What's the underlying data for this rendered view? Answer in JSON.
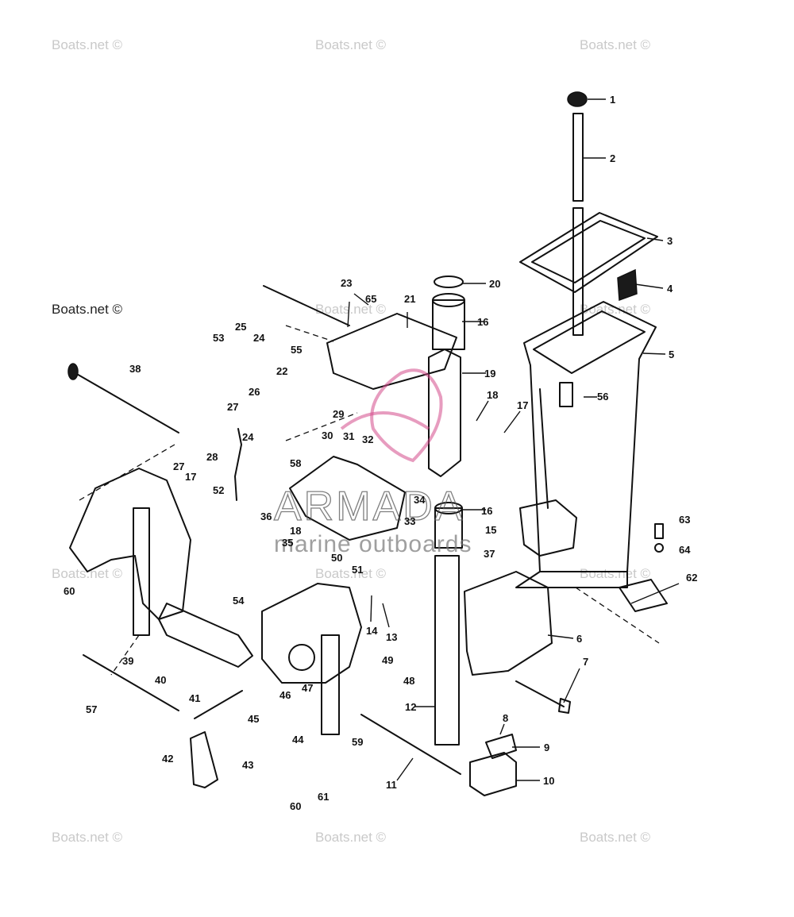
{
  "watermarks": {
    "text": "Boats.net ©",
    "brand_name": "ARMADA",
    "brand_tagline": "marine outboards"
  },
  "colors": {
    "line": "#111111",
    "watermark": "#c9c9c9",
    "logo": "#d44a8a"
  },
  "callouts": [
    "1",
    "2",
    "3",
    "4",
    "5",
    "6",
    "7",
    "8",
    "9",
    "10",
    "11",
    "12",
    "13",
    "14",
    "15",
    "16",
    "16",
    "17",
    "17",
    "18",
    "18",
    "19",
    "20",
    "21",
    "22",
    "23",
    "24",
    "24",
    "25",
    "26",
    "27",
    "27",
    "28",
    "29",
    "30",
    "31",
    "32",
    "33",
    "34",
    "35",
    "36",
    "37",
    "38",
    "39",
    "40",
    "41",
    "42",
    "43",
    "44",
    "45",
    "46",
    "47",
    "48",
    "49",
    "50",
    "51",
    "52",
    "53",
    "54",
    "55",
    "56",
    "57",
    "58",
    "59",
    "60",
    "60",
    "61",
    "62",
    "63",
    "64",
    "65"
  ]
}
